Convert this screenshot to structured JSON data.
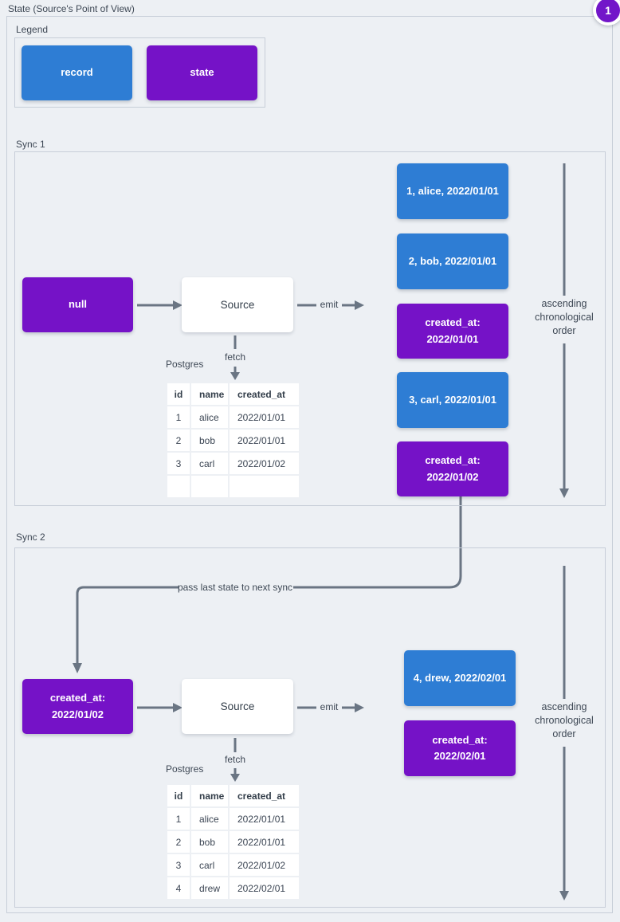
{
  "page": {
    "title": "State (Source's Point of View)",
    "badge": "1"
  },
  "colors": {
    "background": "#edf0f4",
    "frame_border": "#c7ced8",
    "record_blue": "#2e7dd4",
    "state_purple": "#7512c7",
    "arrow_gray": "#6a7583",
    "badge_purple": "#7216c9",
    "label_text": "#3e4855"
  },
  "legend": {
    "label": "Legend",
    "record_label": "record",
    "state_label": "state"
  },
  "sync1": {
    "label": "Sync 1",
    "input_state": "null",
    "source_label": "Source",
    "emit_label": "emit",
    "fetch_label": "fetch",
    "postgres_label": "Postgres",
    "ascending_label": "ascending\nchronological\norder",
    "emitted": [
      {
        "type": "record",
        "text": "1, alice, 2022/01/01"
      },
      {
        "type": "record",
        "text": "2, bob, 2022/01/01"
      },
      {
        "type": "state",
        "text": "created_at:\n2022/01/01"
      },
      {
        "type": "record",
        "text": "3, carl, 2022/01/01"
      },
      {
        "type": "state",
        "text": "created_at:\n2022/01/02"
      }
    ],
    "table": {
      "headers": [
        "id",
        "name",
        "created_at"
      ],
      "rows": [
        [
          "1",
          "alice",
          "2022/01/01"
        ],
        [
          "2",
          "bob",
          "2022/01/01"
        ],
        [
          "3",
          "carl",
          "2022/01/02"
        ],
        [
          "",
          "",
          ""
        ]
      ]
    }
  },
  "connector": {
    "label": "pass last state to next sync"
  },
  "sync2": {
    "label": "Sync 2",
    "input_state": "created_at:\n2022/01/02",
    "source_label": "Source",
    "emit_label": "emit",
    "fetch_label": "fetch",
    "postgres_label": "Postgres",
    "ascending_label": "ascending\nchronological\norder",
    "emitted": [
      {
        "type": "record",
        "text": "4, drew, 2022/02/01"
      },
      {
        "type": "state",
        "text": "created_at:\n2022/02/01"
      }
    ],
    "table": {
      "headers": [
        "id",
        "name",
        "created_at"
      ],
      "rows": [
        [
          "1",
          "alice",
          "2022/01/01"
        ],
        [
          "2",
          "bob",
          "2022/01/01"
        ],
        [
          "3",
          "carl",
          "2022/01/02"
        ],
        [
          "4",
          "drew",
          "2022/02/01"
        ]
      ]
    }
  }
}
